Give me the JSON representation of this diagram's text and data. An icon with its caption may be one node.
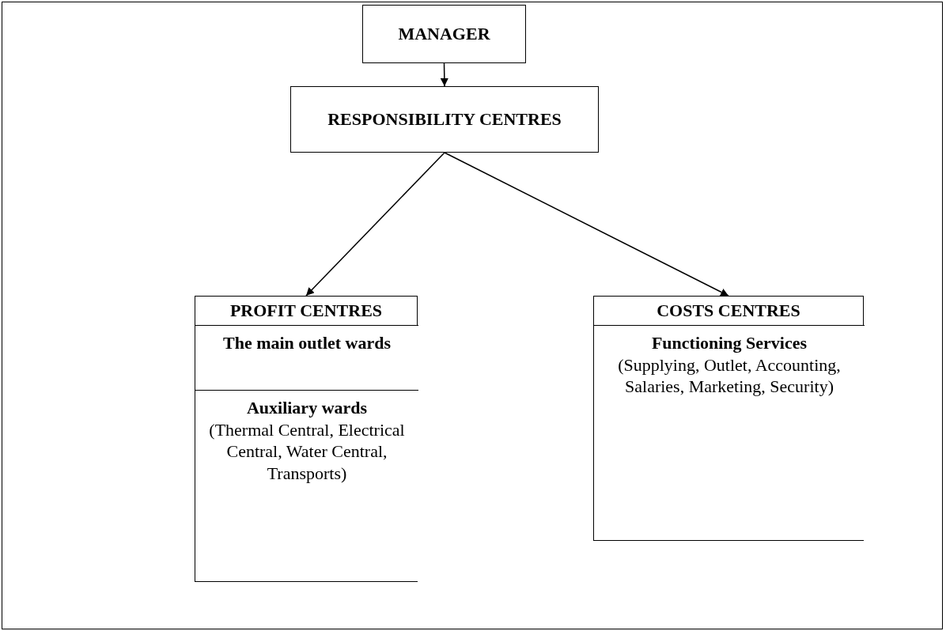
{
  "diagram": {
    "nodes": [
      {
        "text": [
          "MANAGER"
        ]
      },
      {
        "text": [
          "RESPONSIBILITY CENTRES"
        ]
      },
      {
        "text": [
          "PROFIT CENTRES"
        ]
      },
      {
        "text": [
          "The main outlet wards"
        ],
        "in": 2
      },
      {
        "text": [
          "Auxiliary wards",
          "(Thermal Central, Electrical Central, Water Central, Transports)"
        ],
        "in": 2
      },
      {
        "text": [
          "COSTS CENTRES"
        ]
      },
      {
        "text": [
          "Functioning Services",
          "(Supplying, Outlet, Accounting, Salaries, Marketing, Security)"
        ],
        "in": 5
      }
    ],
    "edges": [
      {
        "from": 0,
        "to": 1,
        "arrow": "to"
      },
      {
        "from": 1,
        "to": 2,
        "arrow": "to"
      },
      {
        "from": 1,
        "to": 5,
        "arrow": "to"
      }
    ]
  }
}
